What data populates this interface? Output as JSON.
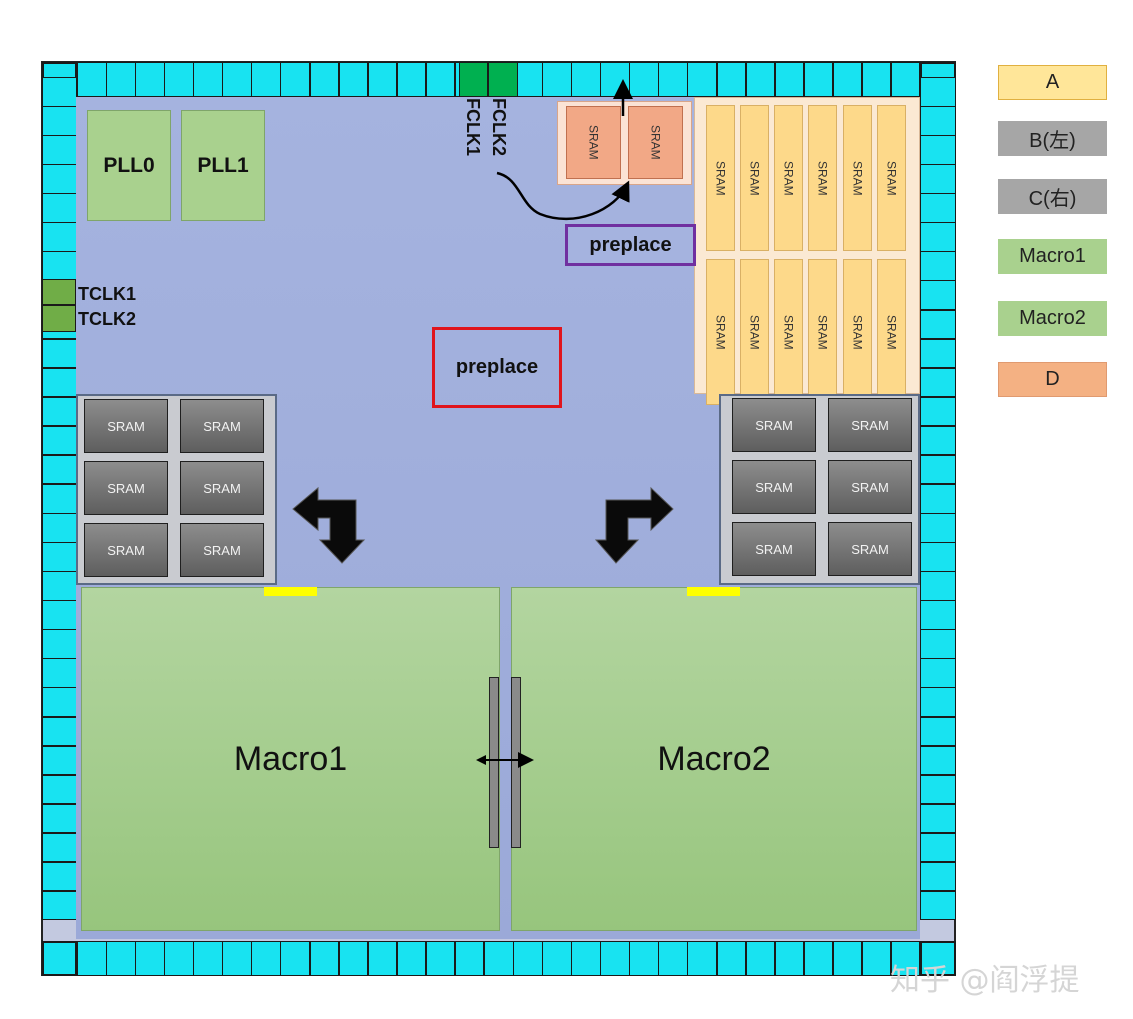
{
  "blocks": {
    "pll0": "PLL0",
    "pll1": "PLL1",
    "macro1": "Macro1",
    "macro2": "Macro2",
    "sram": "SRAM"
  },
  "pins": {
    "fclk1": "FCLK1",
    "fclk2": "FCLK2",
    "tclk1": "TCLK1",
    "tclk2": "TCLK2"
  },
  "annotations": {
    "preplace_purple": "preplace",
    "preplace_red": "preplace"
  },
  "legend": [
    {
      "label": "A",
      "color": "#ffe699"
    },
    {
      "label": "B(左)",
      "color": "#a6a6a6"
    },
    {
      "label": "C(右)",
      "color": "#a6a6a6"
    },
    {
      "label": "Macro1",
      "color": "#a9d18e"
    },
    {
      "label": "Macro2",
      "color": "#a9d18e"
    },
    {
      "label": "D",
      "color": "#f4b183"
    }
  ],
  "watermark": "知乎 @阎浮提",
  "colors": {
    "io_pad": "#18e3f1",
    "core": "#a5b3df",
    "clock_pad": "#00b050",
    "test_clock_pad": "#70ad47",
    "preplace_purple": "#7030a0",
    "preplace_red": "#e0141c"
  }
}
